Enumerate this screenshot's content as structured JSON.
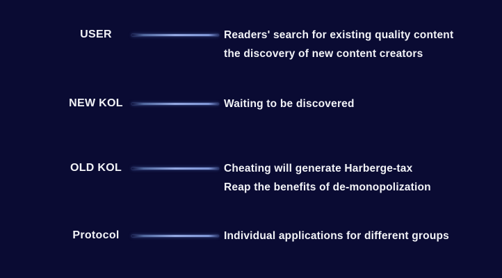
{
  "diagram": {
    "background_color": "#0a0b33",
    "text_color": "#f2f3f7",
    "connector_color": "#93a7e0",
    "rows": [
      {
        "label": "USER",
        "lines": [
          "Readers' search for existing quality content",
          "the discovery of new content creators"
        ]
      },
      {
        "label": "NEW KOL",
        "lines": [
          "Waiting to be discovered"
        ]
      },
      {
        "label": "OLD KOL",
        "lines": [
          "Cheating will generate Harberge-tax",
          "Reap the benefits of de-monopolization"
        ]
      },
      {
        "label": "Protocol",
        "lines": [
          "Individual applications for different groups"
        ]
      }
    ]
  }
}
